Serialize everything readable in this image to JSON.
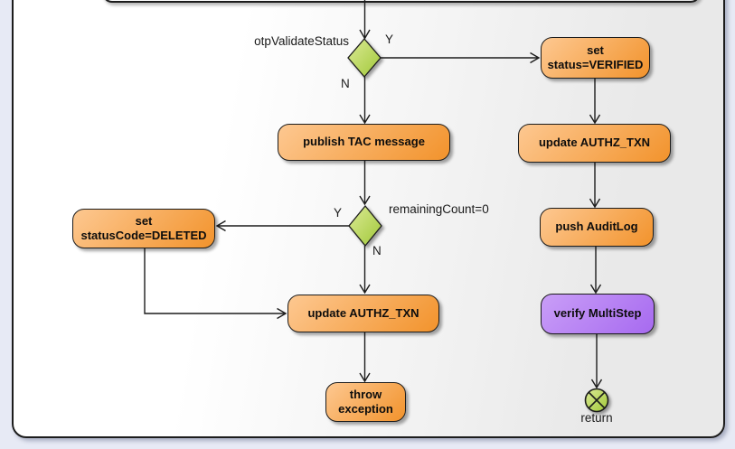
{
  "diagram": {
    "decision1": {
      "label": "otpValidateStatus",
      "yes": "Y",
      "no": "N"
    },
    "decision2": {
      "label": "remainingCount=0",
      "yes": "Y",
      "no": "N"
    },
    "nodes": {
      "set_verified": "set\nstatus=VERIFIED",
      "publish_tac": "publish TAC message",
      "set_deleted": "set\nstatusCode=DELETED",
      "update_authz_left": "update AUTHZ_TXN",
      "throw_exception": "throw\nexception",
      "update_authz_right": "update AUTHZ_TXN",
      "push_auditlog": "push AuditLog",
      "verify_multistep": "verify MultiStep"
    },
    "terminal": {
      "label": "return"
    },
    "colors": {
      "activity_fill_light": "#FDC891",
      "activity_fill_dark": "#F2932C",
      "decision_fill_light": "#DCEA96",
      "decision_fill_dark": "#A0C838",
      "special_fill_light": "#C99EF7",
      "special_fill_dark": "#A76AF0",
      "border": "#1C1C1C",
      "page_background": "#E7EAF5"
    }
  }
}
